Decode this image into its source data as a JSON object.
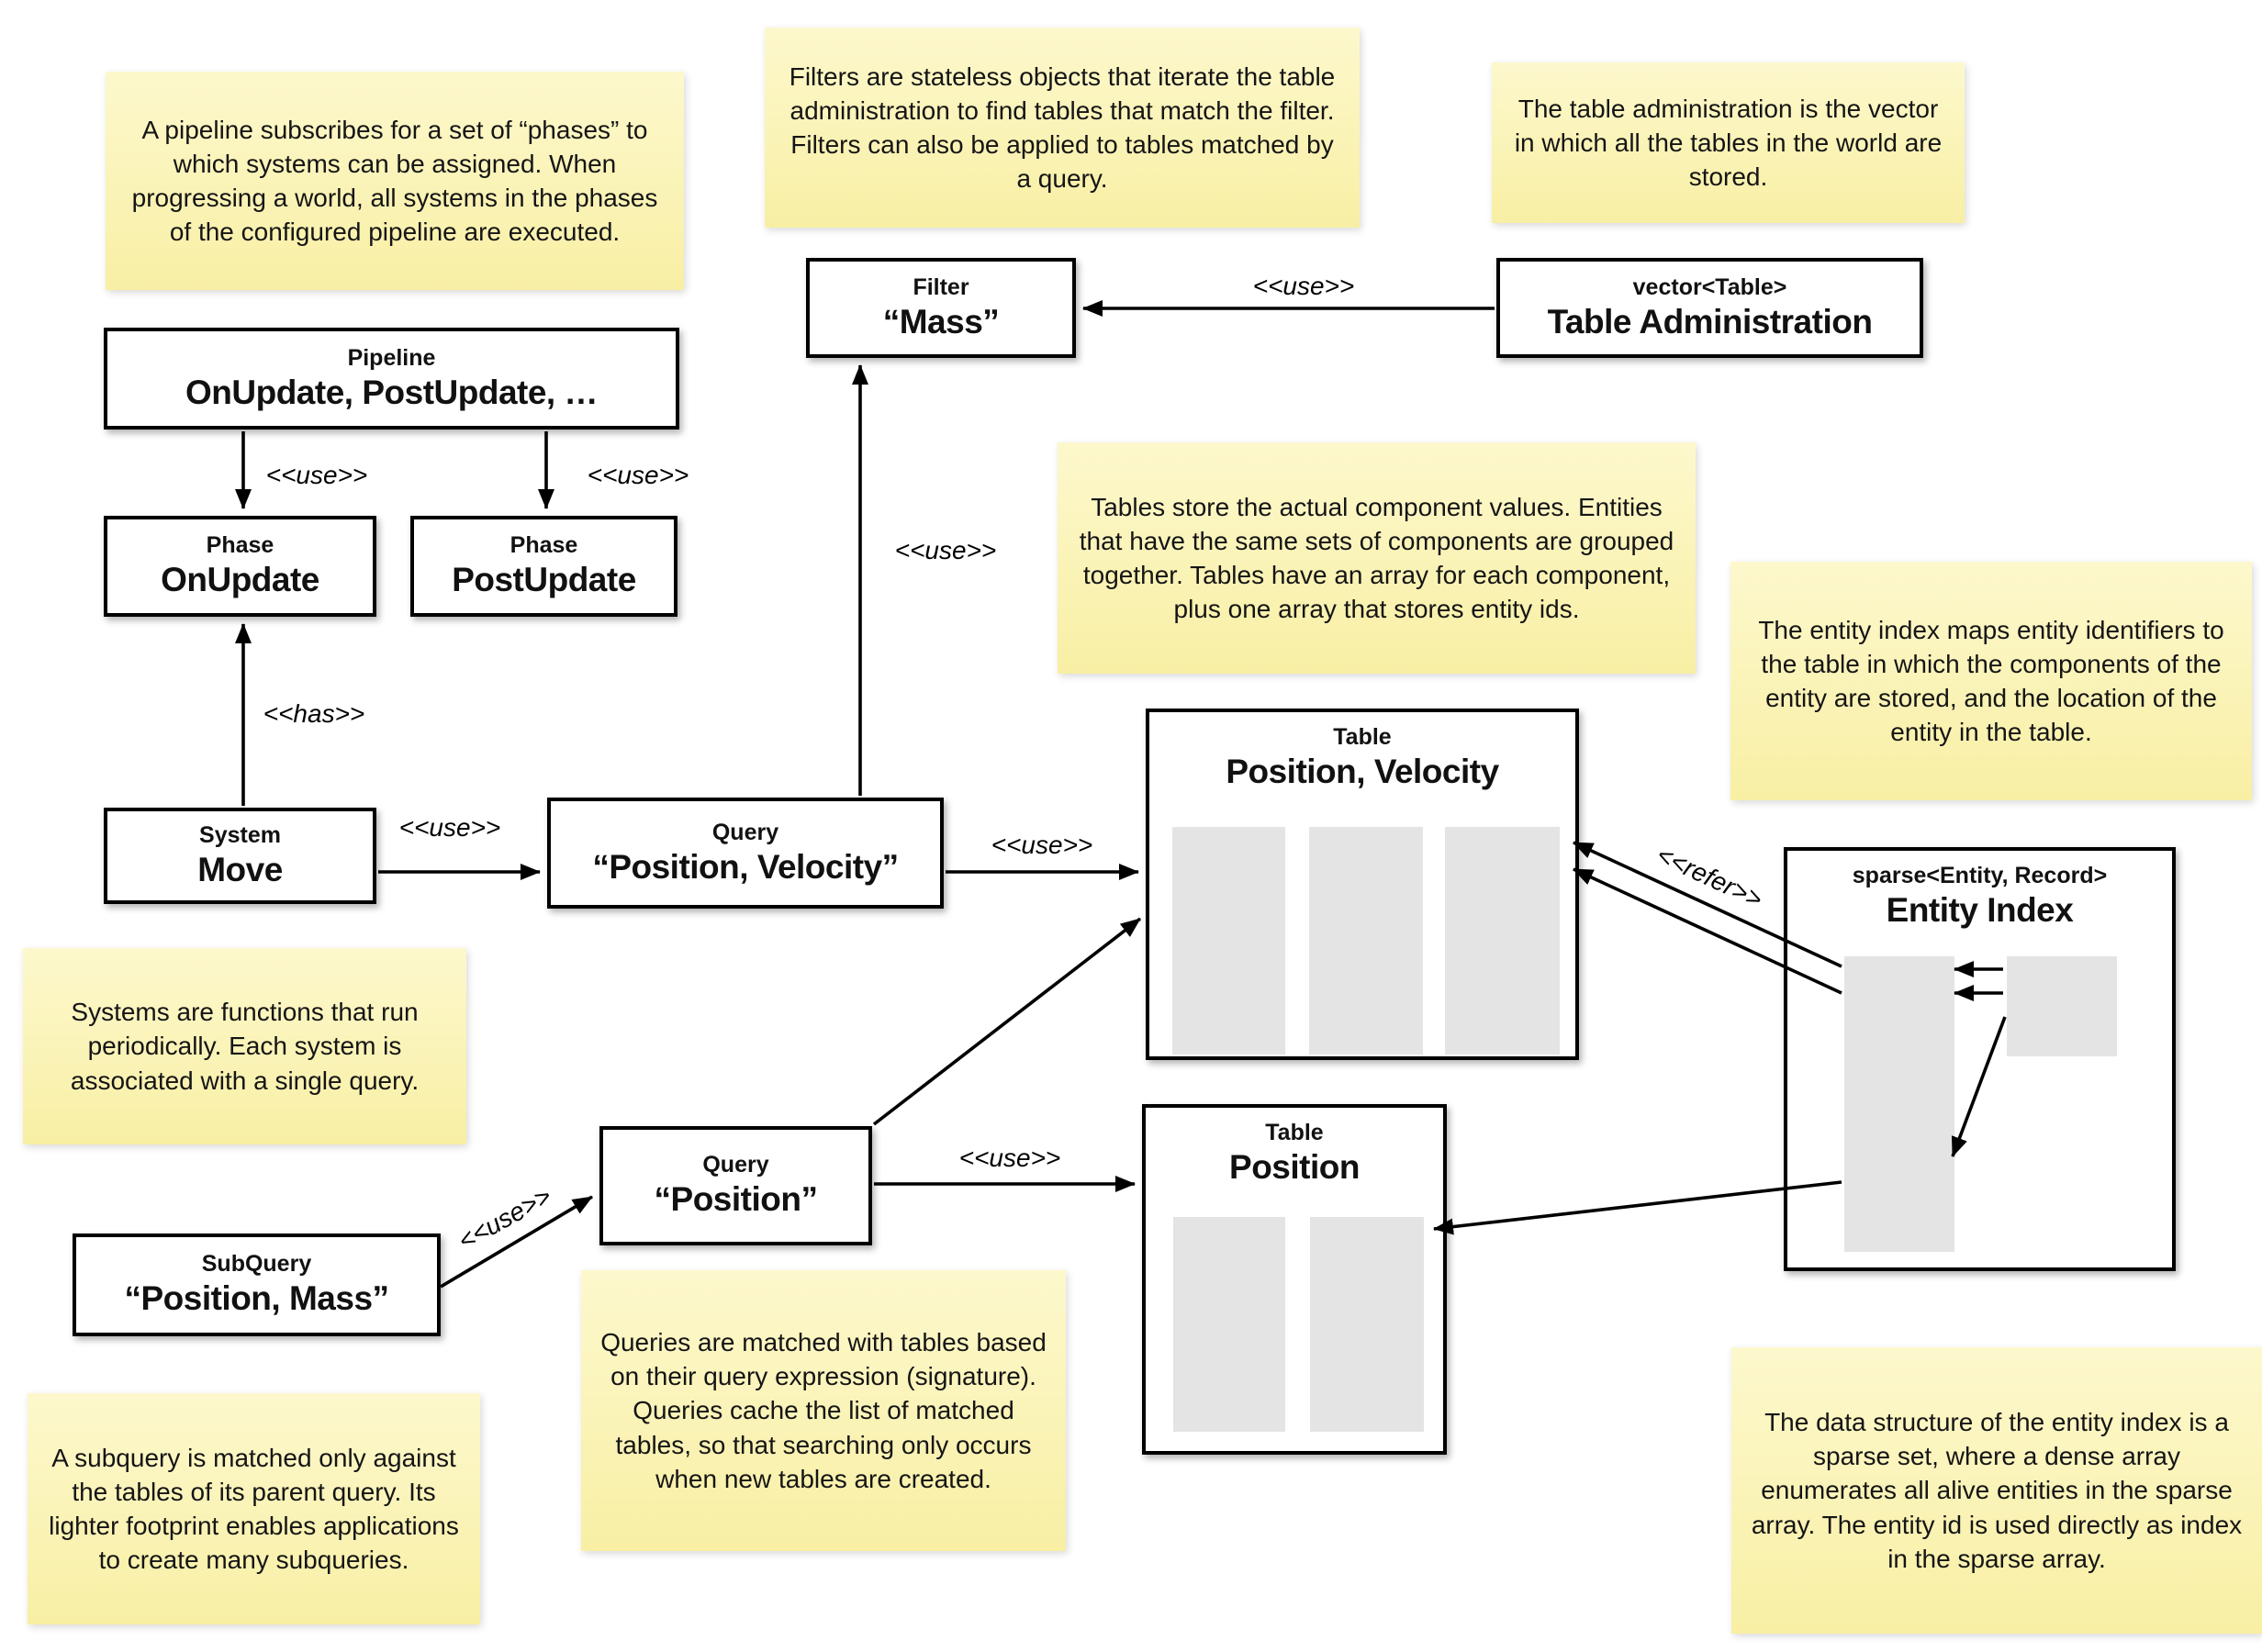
{
  "notes": {
    "pipeline": "A pipeline subscribes for a set of “phases” to which systems can be assigned. When progressing a world, all systems in the phases of the configured pipeline are executed.",
    "filters": "Filters are stateless objects that iterate the table administration to find tables that match the filter. Filters can also be applied to tables matched by a query.",
    "table_admin": "The table administration is the vector in which all the tables in the world are stored.",
    "tables": "Tables store the actual component values. Entities that have the same sets of components are grouped together. Tables have an array for each component, plus one array that stores entity ids.",
    "entity_index": "The entity index maps entity identifiers to the table in which the components of the entity are stored, and the location of the entity in the table.",
    "systems": "Systems are functions that run periodically. Each system is associated with a single query.",
    "queries": "Queries are matched with tables based on their query expression (signature). Queries cache the list of matched tables, so that searching only occurs when new tables are created.",
    "subquery": "A subquery is matched only against the tables of its parent query. Its lighter footprint enables applications to create many subqueries.",
    "sparse_set": "The data structure of the entity index is a sparse set, where a dense array enumerates all alive entities in the sparse array. The entity id is used directly as index in the sparse array."
  },
  "boxes": {
    "pipeline": {
      "stereotype": "Pipeline",
      "name": "OnUpdate, PostUpdate, …"
    },
    "phase_onupdate": {
      "stereotype": "Phase",
      "name": "OnUpdate"
    },
    "phase_postupdate": {
      "stereotype": "Phase",
      "name": "PostUpdate"
    },
    "filter_mass": {
      "stereotype": "Filter",
      "name": "“Mass”"
    },
    "table_admin": {
      "stereotype": "vector<Table>",
      "name": "Table Administration"
    },
    "system_move": {
      "stereotype": "System",
      "name": "Move"
    },
    "query_position_velocity": {
      "stereotype": "Query",
      "name": "“Position, Velocity”"
    },
    "table_position_velocity": {
      "stereotype": "Table",
      "name": "Position, Velocity"
    },
    "entity_index": {
      "stereotype": "sparse<Entity, Record>",
      "name": "Entity Index"
    },
    "query_position": {
      "stereotype": "Query",
      "name": "“Position”"
    },
    "table_position": {
      "stereotype": "Table",
      "name": "Position"
    },
    "subquery_position_mass": {
      "stereotype": "SubQuery",
      "name": "“Position, Mass”"
    }
  },
  "edges": [
    {
      "from": "Pipeline",
      "to": "Phase OnUpdate",
      "label": "<<use>>"
    },
    {
      "from": "Pipeline",
      "to": "Phase PostUpdate",
      "label": "<<use>>"
    },
    {
      "from": "System Move",
      "to": "Phase OnUpdate",
      "label": "<<has>>"
    },
    {
      "from": "System Move",
      "to": "Query Position, Velocity",
      "label": "<<use>>"
    },
    {
      "from": "Query Position, Velocity",
      "to": "Filter Mass",
      "label": "<<use>>"
    },
    {
      "from": "Table Administration",
      "to": "Filter Mass",
      "label": "<<use>>"
    },
    {
      "from": "Query Position, Velocity",
      "to": "Table Position, Velocity",
      "label": "<<use>>"
    },
    {
      "from": "Query Position",
      "to": "Table Position, Velocity",
      "label": ""
    },
    {
      "from": "Query Position",
      "to": "Table Position",
      "label": "<<use>>"
    },
    {
      "from": "SubQuery Position, Mass",
      "to": "Query Position",
      "label": "<<use>>"
    },
    {
      "from": "Entity Index",
      "to": "Table Position, Velocity",
      "label": "<<refer>>"
    },
    {
      "from": "Entity Index",
      "to": "Table Position",
      "label": ""
    }
  ],
  "colors": {
    "note_background": "#f9f1a9",
    "array_fill": "#e4e4e4",
    "line": "#000000",
    "box_background": "#ffffff"
  }
}
